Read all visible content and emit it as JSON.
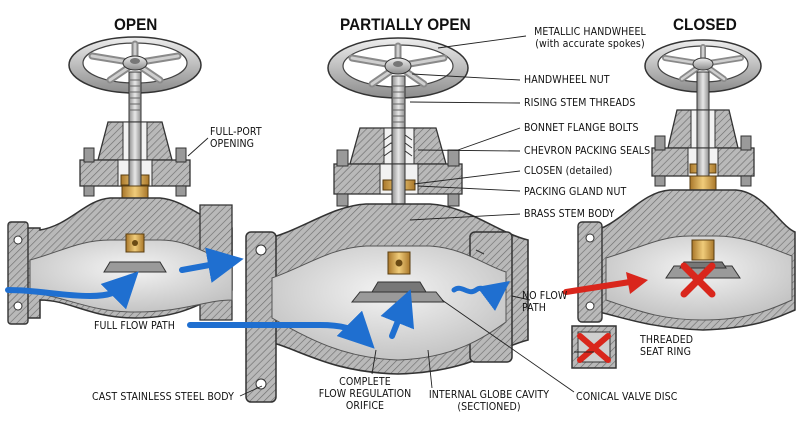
{
  "titles": {
    "open": "OPEN",
    "partial": "PARTIALLY OPEN",
    "closed": "CLOSED"
  },
  "labels": {
    "handwheel_line1": "METALLIC HANDWHEEL",
    "handwheel_line2": "(with accurate spokes)",
    "handwheel_nut": "HANDWHEEL NUT",
    "rising_stem": "RISING STEM THREADS",
    "bonnet_bolts": "BONNET FLANGE BOLTS",
    "chevron_packing": "CHEVRON PACKING SEALS",
    "closen": "CLOSEN (detailed)",
    "packing_gland_nut": "PACKING GLAND NUT",
    "brass_stem": "BRASS STEM BODY",
    "full_port_line1": "FULL-PORT",
    "full_port_line2": "OPENING",
    "full_flow_path": "FULL FLOW PATH",
    "no_flow_line1": "NO FLOW",
    "no_flow_line2": "PATH",
    "threaded_seat_line1": "THREADED",
    "threaded_seat_line2": "SEAT RING",
    "cast_body": "CAST STAINLESS STEEL BODY",
    "complete_line1": "COMPLETE",
    "complete_line2": "FLOW REGULATION",
    "complete_line3": "ORIFICE",
    "internal_line1": "INTERNAL GLOBE CAVITY",
    "internal_line2": "(SECTIONED)",
    "conical_disc": "CONICAL VALVE DISC"
  },
  "colors": {
    "steel_light": "#d9d9d9",
    "steel_mid": "#a9a9a9",
    "steel_dark": "#5f5f5f",
    "section_hatch": "#8a8a8a",
    "brass": "#d7a84e",
    "flow_blue": "#1f6fd0",
    "no_flow_red": "#d9261c",
    "ink": "#111111"
  }
}
